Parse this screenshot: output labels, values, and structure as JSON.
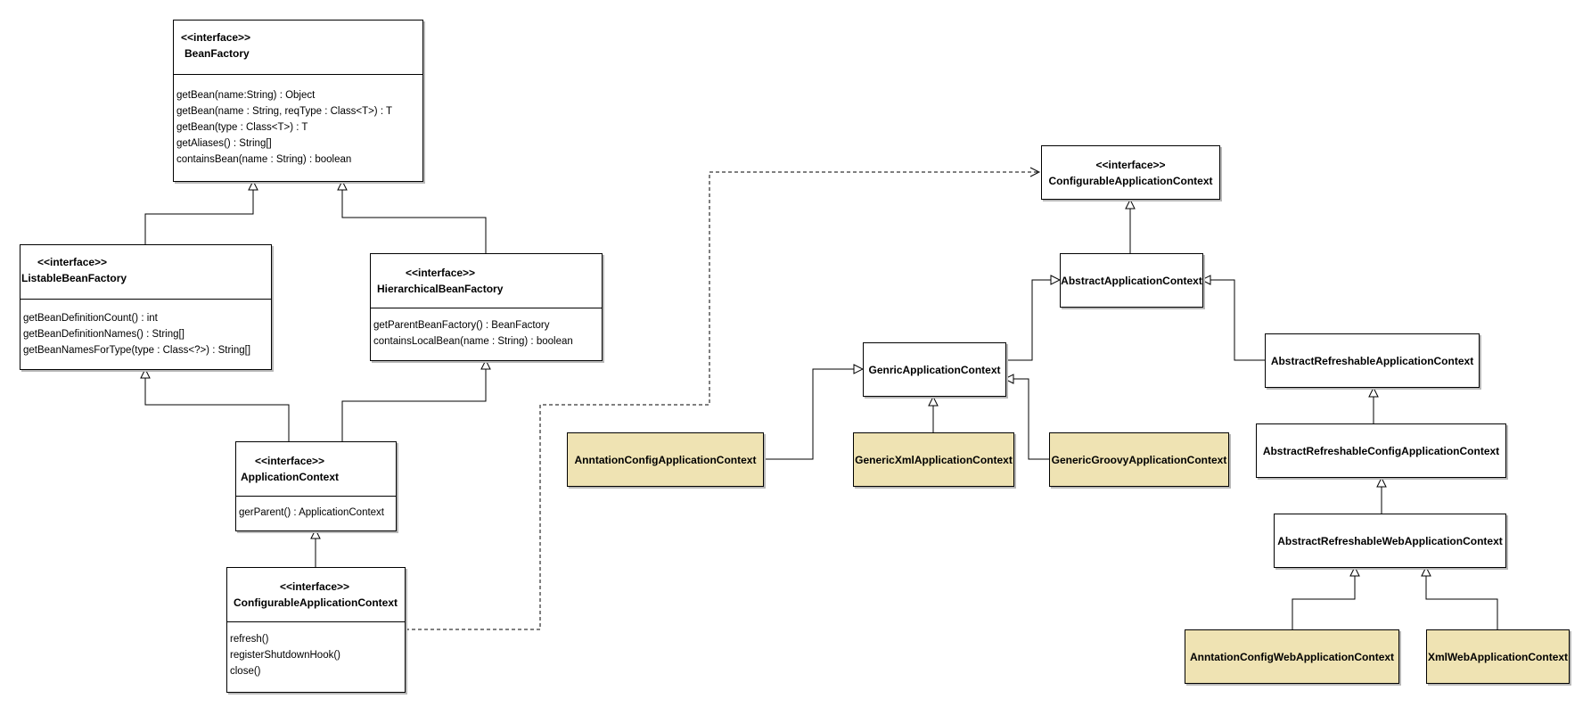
{
  "stereotype": "<<interface>>",
  "bean_factory": {
    "name": "BeanFactory",
    "ops": [
      "getBean(name:String)  : Object",
      "getBean(name : String, reqType : Class<T>)  : T",
      "getBean(type : Class<T>)  : T",
      "getAliases() : String[]",
      "containsBean(name : String) : boolean"
    ]
  },
  "listable_bean_factory": {
    "name": "ListableBeanFactory",
    "ops": [
      "getBeanDefinitionCount() : int",
      "getBeanDefinitionNames() : String[]",
      "getBeanNamesForType(type : Class<?>) : String[]"
    ]
  },
  "hierarchical_bean_factory": {
    "name": "HierarchicalBeanFactory",
    "ops": [
      "getParentBeanFactory() : BeanFactory",
      "containsLocalBean(name : String) : boolean"
    ]
  },
  "application_context": {
    "name": "ApplicationContext",
    "ops": [
      "gerParent() : ApplicationContext"
    ]
  },
  "configurable_application_context": {
    "name": "ConfigurableApplicationContext",
    "ops": [
      "refresh()",
      "registerShutdownHook()",
      "close()"
    ]
  },
  "configurable_application_context_ref": {
    "name": "ConfigurableApplicationContext"
  },
  "classes": {
    "abstract_application_context": "AbstractApplicationContext",
    "generic_application_context": "GenricApplicationContext",
    "abstract_refreshable_application_context": "AbstractRefreshableApplicationContext",
    "anntation_config_application_context": "AnntationConfigApplicationContext",
    "generic_xml_application_context": "GenericXmlApplicationContext",
    "generic_groovy_application_context": "GenericGroovyApplicationContext",
    "abstract_refreshable_config_application_context": "AbstractRefreshableConfigApplicationContext",
    "abstract_refreshable_web_application_context": "AbstractRefreshableWebApplicationContext",
    "anntation_config_web_application_context": "AnntationConfigWebApplicationContext",
    "xml_web_application_context": "XmlWebApplicationContext"
  },
  "colors": {
    "concrete_fill": "#efe3b3",
    "line": "#000000",
    "shadow": "#b8b8b8"
  }
}
